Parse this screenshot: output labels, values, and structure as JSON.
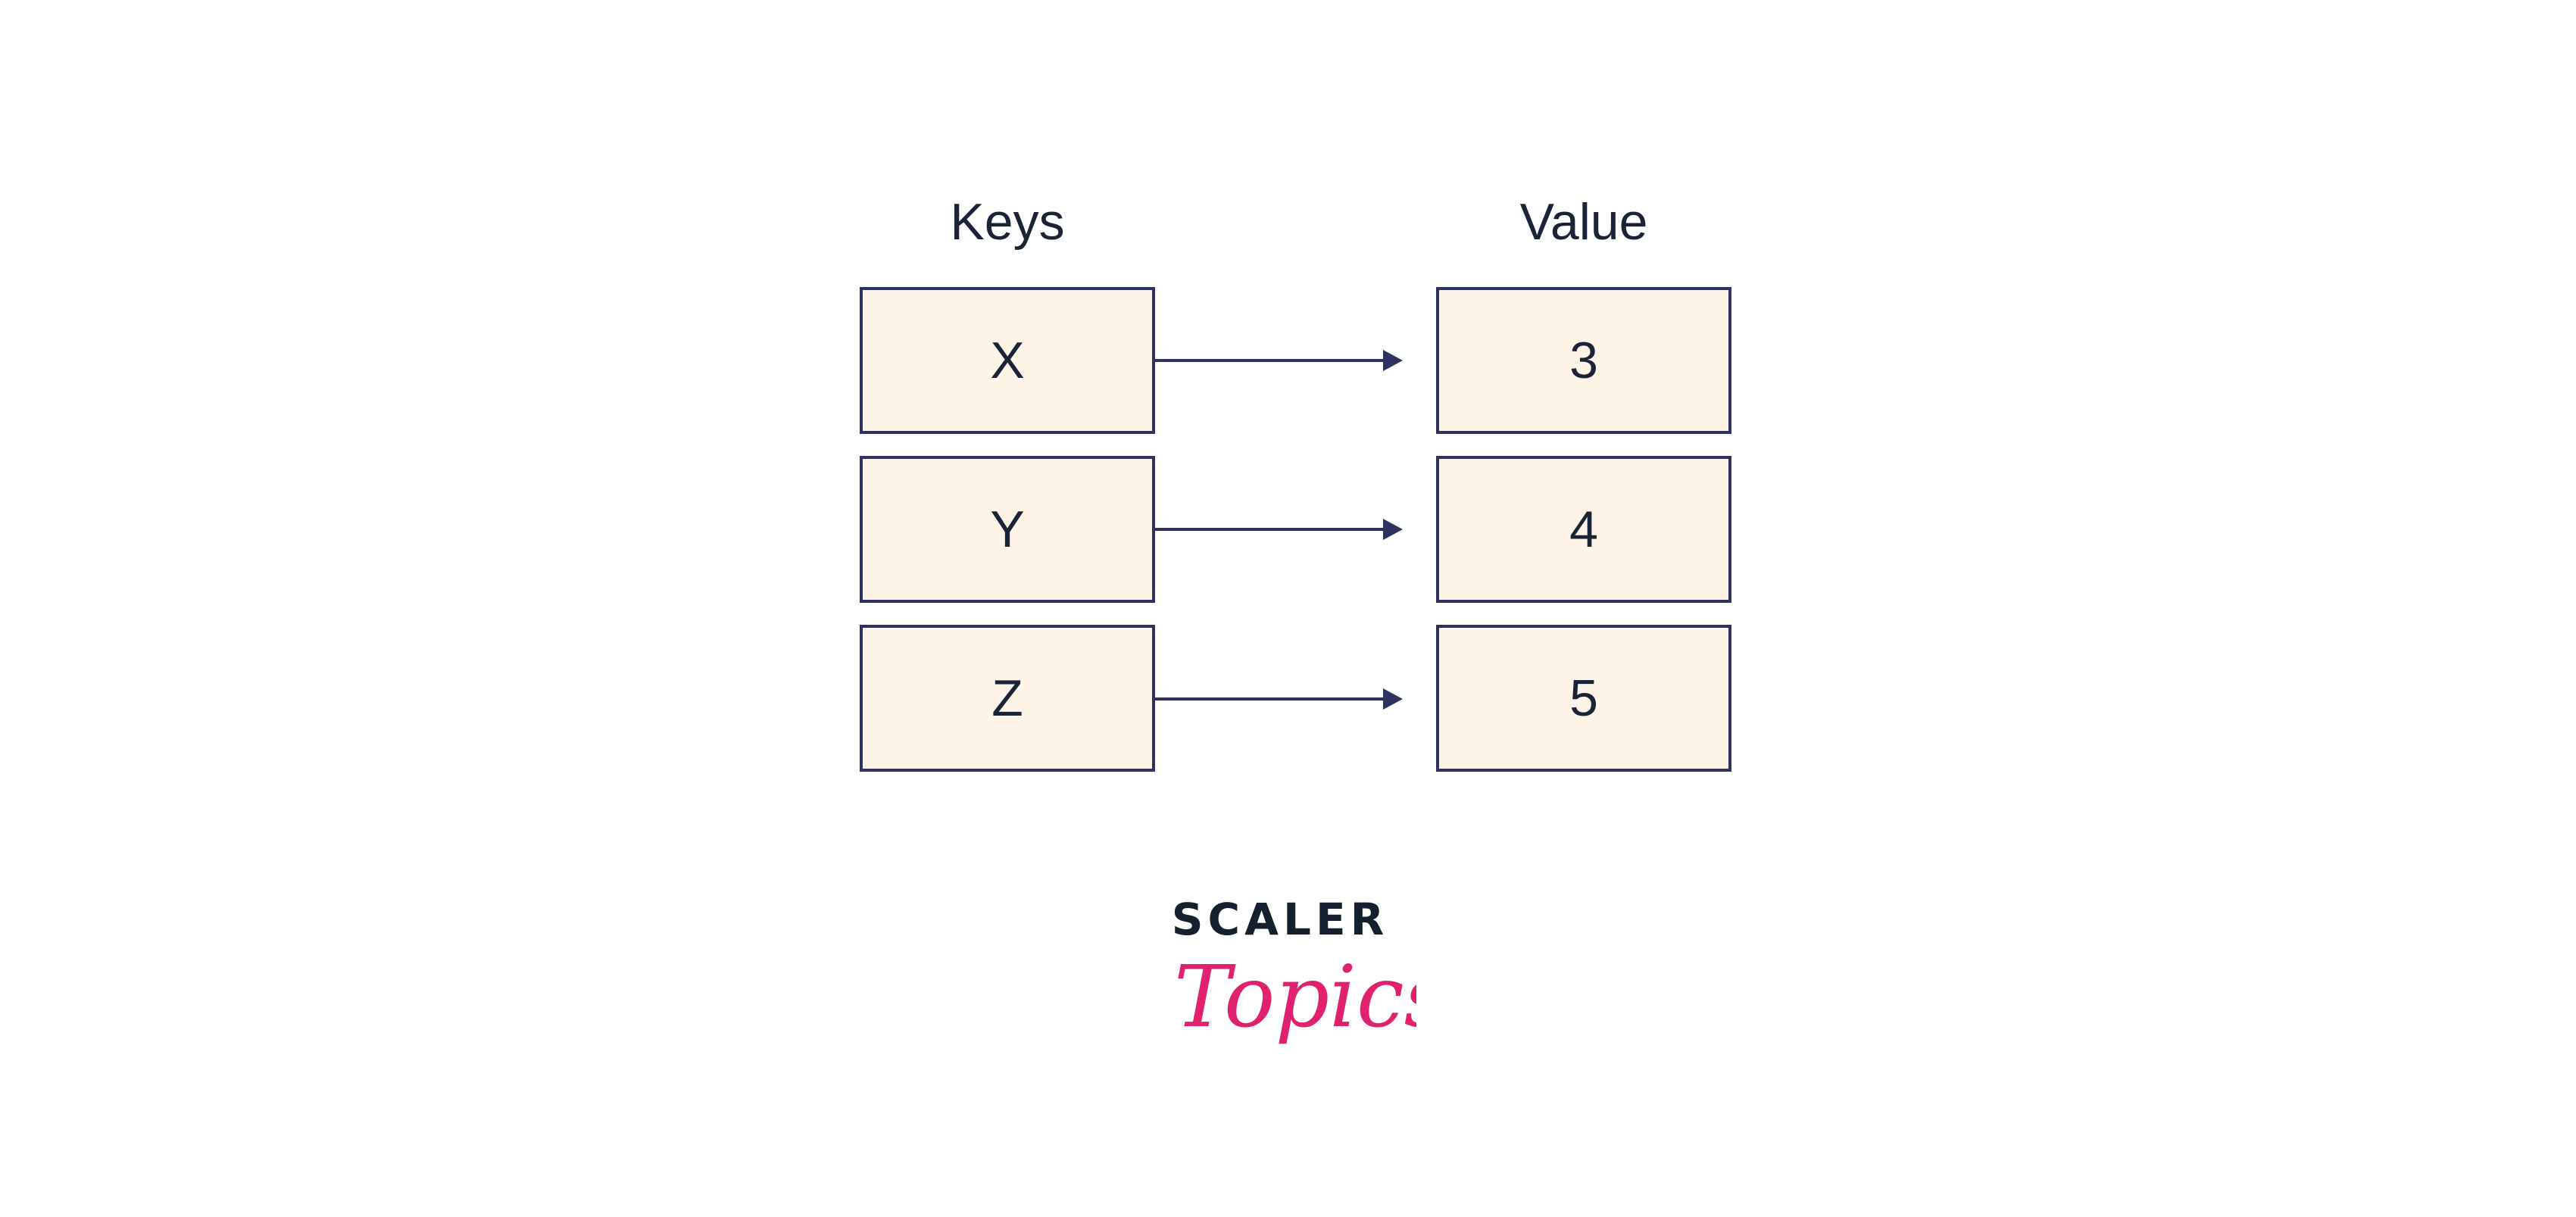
{
  "headers": {
    "keys": "Keys",
    "values": "Value"
  },
  "mappings": [
    {
      "key": "X",
      "value": "3"
    },
    {
      "key": "Y",
      "value": "4"
    },
    {
      "key": "Z",
      "value": "5"
    }
  ],
  "logo": {
    "wordmark": "SCALER",
    "script": "Topics"
  },
  "colors": {
    "box_fill": "#fdf4e7",
    "box_border": "#2f3163",
    "arrow": "#2f3163",
    "text": "#1b2437",
    "logo_script": "#e0226e"
  }
}
